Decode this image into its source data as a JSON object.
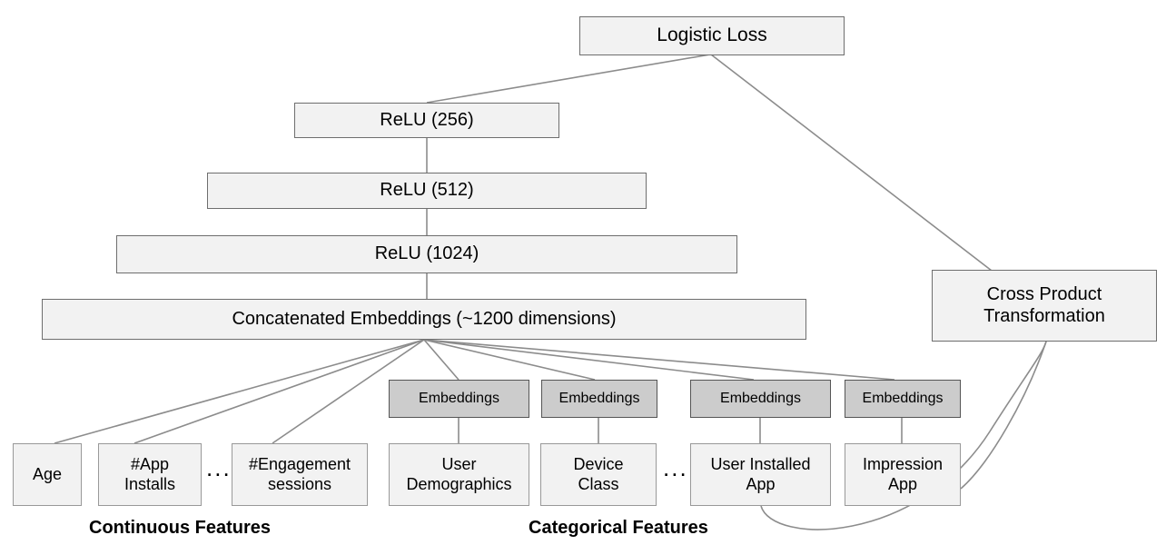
{
  "diagram": {
    "title_node": "Logistic Loss",
    "nodes": {
      "logistic_loss": "Logistic Loss",
      "relu_256": "ReLU (256)",
      "relu_512": "ReLU (512)",
      "relu_1024": "ReLU (1024)",
      "concat": "Concatenated Embeddings (~1200 dimensions)",
      "cross_product_line1": "Cross Product",
      "cross_product_line2": "Transformation"
    },
    "embeddings_label": "Embeddings",
    "embedding_boxes": [
      {
        "label": "Embeddings"
      },
      {
        "label": "Embeddings"
      },
      {
        "label": "Embeddings"
      },
      {
        "label": "Embeddings"
      }
    ],
    "continuous_features": [
      {
        "line1": "Age",
        "line2": ""
      },
      {
        "line1": "#App",
        "line2": "Installs"
      },
      {
        "line1": "#Engagement",
        "line2": "sessions"
      }
    ],
    "categorical_features": [
      {
        "line1": "User",
        "line2": "Demographics"
      },
      {
        "line1": "Device",
        "line2": "Class"
      },
      {
        "line1": "User Installed",
        "line2": "App"
      },
      {
        "line1": "Impression",
        "line2": "App"
      }
    ],
    "captions": {
      "continuous": "Continuous Features",
      "categorical": "Categorical Features"
    },
    "ellipses": {
      "continuous": "...",
      "categorical": "..."
    },
    "colors": {
      "box_fill_light": "#f2f2f2",
      "box_fill_embedding": "#cccccc",
      "box_border_light": "#999999",
      "box_border_strong": "#6e6e6e",
      "box_border_embedding": "#555555",
      "edge": "#8c8c8c",
      "text": "#000000",
      "background": "#ffffff"
    }
  }
}
